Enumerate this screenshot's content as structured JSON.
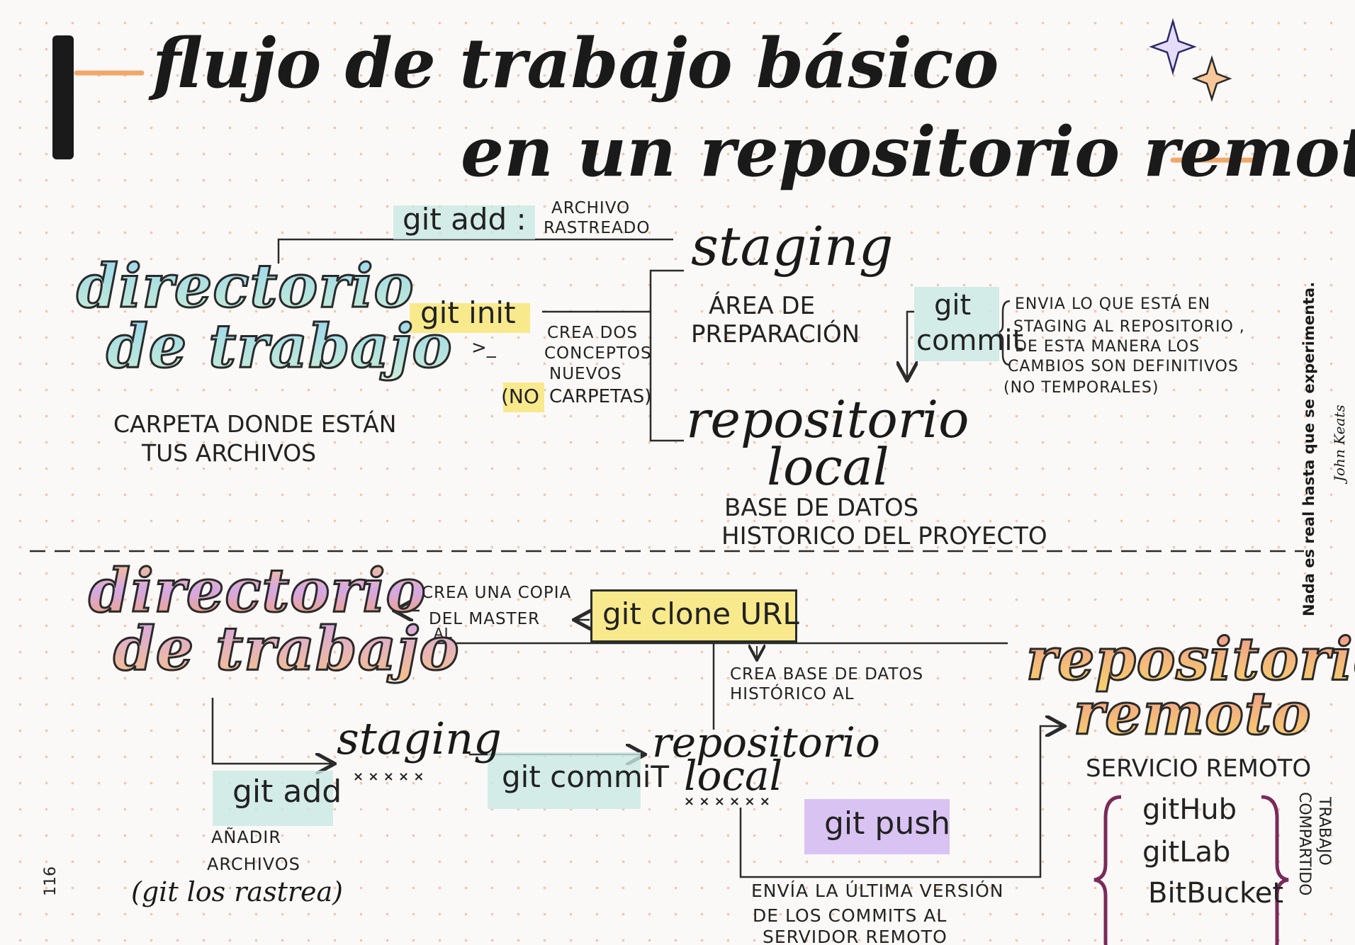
{
  "title": {
    "line1": "flujo de trabajo básico",
    "line2": "en un repositorio remoto"
  },
  "side_quote": {
    "text": "Nada es real hasta que se experimenta.",
    "author": "John Keats"
  },
  "page_number": "116",
  "top_section": {
    "working_dir": {
      "title_line1": "directorio",
      "title_line2": "de trabajo",
      "desc_line1": "CARPETA DONDE ESTÁN",
      "desc_line2": "TUS ARCHIVOS"
    },
    "git_add": {
      "command": "git add :",
      "note_line1": "ARCHIVO",
      "note_line2": "RASTREADO"
    },
    "git_init": {
      "command": "git init",
      "prompt": ">_",
      "note_line1": "CREA DOS",
      "note_line2": "CONCEPTOS",
      "note_line3": "NUEVOS",
      "note_line4_a": "(NO",
      "note_line4_b": "CARPETAS)"
    },
    "staging": {
      "title": "staging",
      "desc_line1": "ÁREA DE",
      "desc_line2": "PREPARACIÓN"
    },
    "git_commit": {
      "command_line1": "git",
      "command_line2": "commit",
      "note_line1": "ENVIA LO QUE ESTÁ EN",
      "note_line2": "STAGING AL REPOSITORIO ,",
      "note_line3": "DE ESTA MANERA LOS",
      "note_line4": "CAMBIOS SON DEFINITIVOS",
      "note_line5": "(NO TEMPORALES)"
    },
    "local_repo": {
      "title_line1": "repositorio",
      "title_line2": "local",
      "desc_line1": "BASE DE DATOS",
      "desc_line2": "HISTORICO DEL PROYECTO"
    }
  },
  "bottom_section": {
    "working_dir": {
      "title_line1": "directorio",
      "title_line2": "de trabajo"
    },
    "clone_note": {
      "line1": "CREA UNA COPIA",
      "line2": "DEL MASTER",
      "line3": "AL"
    },
    "git_clone": {
      "command": "git clone URL"
    },
    "clone_db_note": {
      "line1": "CREA BASE DE DATOS",
      "line2": "HISTÓRICO AL"
    },
    "remote_repo": {
      "title_line1": "repositorio",
      "title_line2": "remoto",
      "service_label": "SERVICIO REMOTO",
      "services": [
        "gitHub",
        "gitLab",
        "BitBucket"
      ],
      "side_label_line1": "TRABAJO",
      "side_label_line2": "COMPARTIDO"
    },
    "staging": {
      "title": "staging",
      "marks": "× × × × ×"
    },
    "git_add": {
      "command": "git add",
      "note_line1": "AÑADIR",
      "note_line2": "ARCHIVOS",
      "note_line3": "(git los rastrea)"
    },
    "git_commit": {
      "command": "git commiT"
    },
    "local_repo": {
      "title_line1": "repositorio",
      "title_line2": "local",
      "marks": "× × × × × ×"
    },
    "git_push": {
      "command": "git push",
      "note_line1": "ENVÍA LA ÚLTIMA VERSIÓN",
      "note_line2": "DE LOS COMMITS AL",
      "note_line3": "SERVIDOR REMOTO"
    }
  },
  "colors": {
    "ink": "#1a1a1a",
    "highlight_yellow": "#f8e98c",
    "highlight_blue": "#c9e9e3",
    "highlight_purple": "#d9c3f3",
    "accent_orange": "#f0a86a",
    "bracket_purple": "#7a2a5a",
    "dot_grid": "#ecc9b3"
  }
}
